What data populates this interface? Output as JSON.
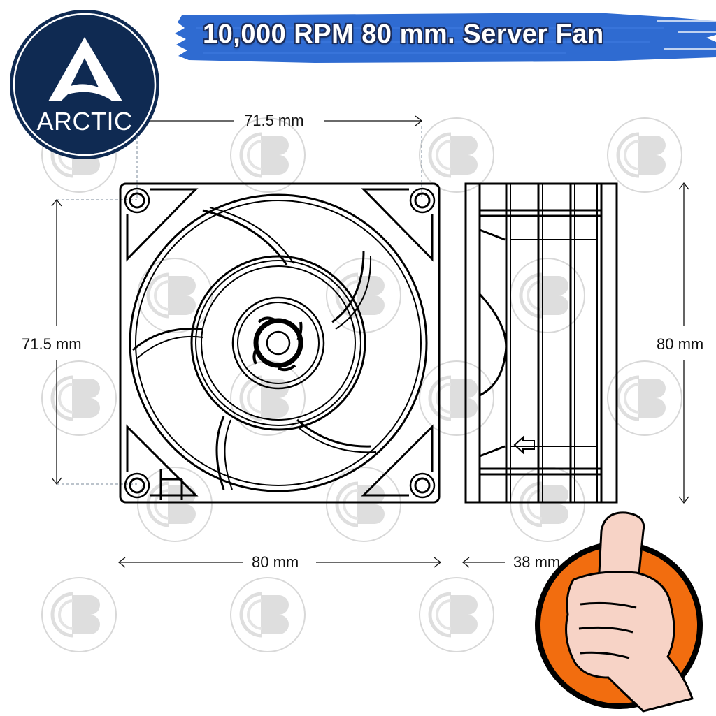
{
  "banner": {
    "title": "10,000 RPM 80 mm. Server Fan",
    "color": "#2f6bd1"
  },
  "logo": {
    "brand": "ARCTIC",
    "background": "#0f2a52"
  },
  "dimensions": {
    "top_hole_spacing": "71.5 mm",
    "left_hole_spacing": "71.5 mm",
    "right_height": "80 mm",
    "bottom_width": "80 mm",
    "bottom_depth": "38 mm"
  },
  "views": {
    "front": "fan-front-view",
    "side": "fan-side-view"
  },
  "badge": {
    "icon": "thumbs-up-icon",
    "color": "#f26d0f"
  },
  "watermark": {
    "icon": "cb-watermark-icon"
  }
}
